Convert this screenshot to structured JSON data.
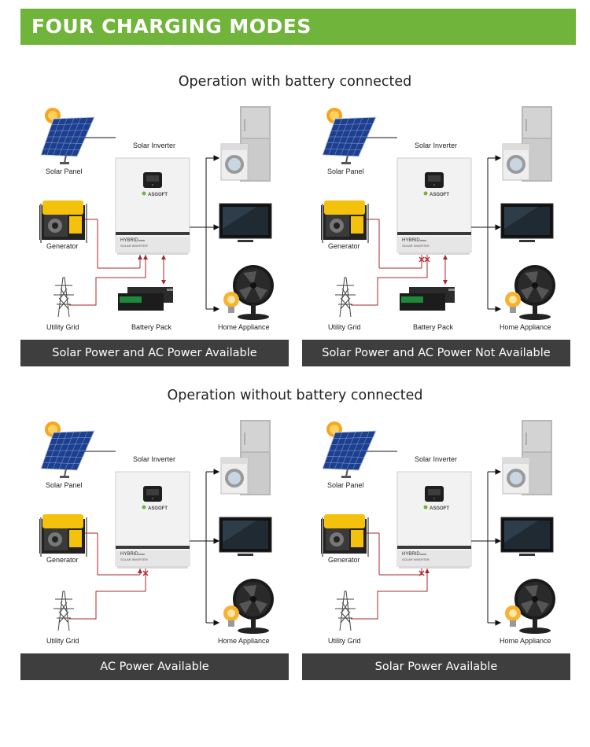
{
  "banner": {
    "title": "FOUR CHARGING MODES"
  },
  "sections": [
    {
      "title": "Operation with battery connected"
    },
    {
      "title": "Operation without battery connected"
    }
  ],
  "labels": {
    "solar_panel": "Solar Panel",
    "generator": "Generator",
    "utility_grid": "Utility Grid",
    "solar_inverter": "Solar Inverter",
    "battery_pack": "Battery Pack",
    "home_appliance": "Home Appliance",
    "inverter_brand": "ASGOFT",
    "inverter_model": "HYBRID",
    "inverter_sub": "SOLAR INVERTER"
  },
  "panels": [
    {
      "caption": "Solar Power and AC Power Available",
      "battery": true,
      "solar_ok": true,
      "ac_ok": true
    },
    {
      "caption": "Solar Power and AC Power Not Available",
      "battery": true,
      "solar_ok": false,
      "ac_ok": false
    },
    {
      "caption": "AC Power Available",
      "battery": false,
      "solar_ok": false,
      "ac_ok": true
    },
    {
      "caption": "Solar Power Available",
      "battery": false,
      "solar_ok": true,
      "ac_ok": false
    }
  ],
  "colors": {
    "banner": "#71b43c",
    "caption_bg": "#3e3e3e",
    "wire": "#a42a2c",
    "cross": "#c0272d"
  }
}
